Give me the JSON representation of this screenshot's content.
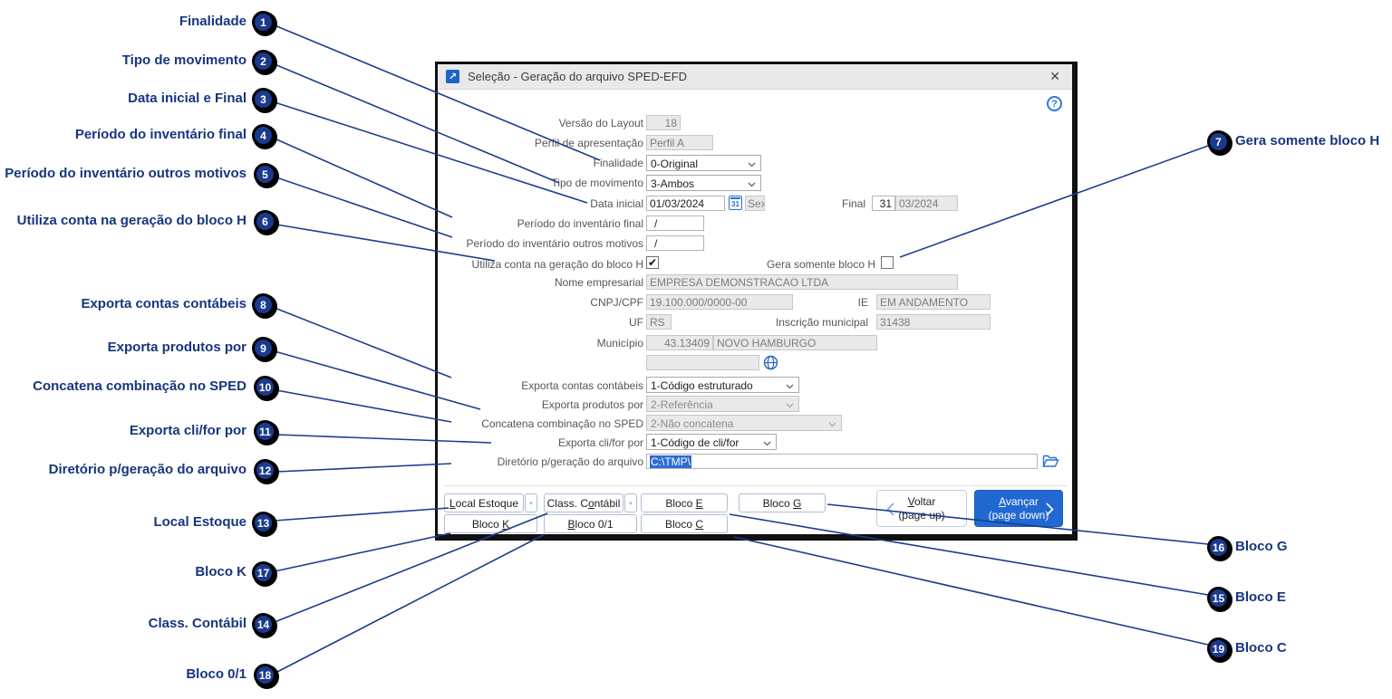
{
  "window": {
    "title": "Seleção - Geração do arquivo SPED-EFD",
    "icon_glyph": "↗",
    "close_glyph": "✕",
    "help_glyph": "?"
  },
  "form": {
    "versao_layout": {
      "label": "Versão do Layout",
      "value": "18"
    },
    "perfil": {
      "label": "Perfil de apresentação",
      "value": "Perfil A"
    },
    "finalidade": {
      "label": "Finalidade",
      "value": "0-Original"
    },
    "tipo_movimento": {
      "label": "Tipo de movimento",
      "value": "3-Ambos"
    },
    "data_inicial": {
      "label": "Data inicial",
      "value": "01/03/2024",
      "weekday": "Sex",
      "cal_glyph": "31"
    },
    "final": {
      "label": "Final",
      "day": "31",
      "month": "03/2024"
    },
    "periodo_inventario_final": {
      "label": "Período do inventário final",
      "value": "/"
    },
    "periodo_inventario_outros": {
      "label": "Período do inventário outros motivos",
      "value": "/"
    },
    "utiliza_conta": {
      "label": "Utiliza conta na geração do bloco H",
      "check_glyph": "✔"
    },
    "gera_somente_h": {
      "label": "Gera somente bloco H"
    },
    "nome_empresarial": {
      "label": "Nome empresarial",
      "value": "EMPRESA DEMONSTRACAO LTDA"
    },
    "cnpj": {
      "label": "CNPJ/CPF",
      "value": "19.100.000/0000-00"
    },
    "ie": {
      "label": "IE",
      "value": "EM ANDAMENTO"
    },
    "uf": {
      "label": "UF",
      "value": "RS"
    },
    "inscricao_municipal": {
      "label": "Inscrição municipal",
      "value": "31438"
    },
    "municipio": {
      "label": "Município",
      "code": "43.13409",
      "name": "NOVO HAMBURGO"
    },
    "exporta_contas": {
      "label": "Exporta contas contábeis",
      "value": "1-Código estruturado"
    },
    "exporta_produtos": {
      "label": "Exporta produtos por",
      "value": "2-Referência"
    },
    "concatena": {
      "label": "Concatena combinação no SPED",
      "value": "2-Não concatena"
    },
    "exporta_clifor": {
      "label": "Exporta cli/for por",
      "value": "1-Código de cli/for"
    },
    "diretorio": {
      "label": "Diretório p/geração do arquivo",
      "value": "C:\\TMP\\"
    }
  },
  "buttons": {
    "local_estoque": {
      "pre": "",
      "u": "L",
      "post": "ocal Estoque"
    },
    "class_contabil": {
      "pre": "Class. C",
      "u": "o",
      "post": "ntábil"
    },
    "bloco_e": {
      "pre": "Bloco ",
      "u": "E",
      "post": ""
    },
    "bloco_g": {
      "pre": "Bloco ",
      "u": "G",
      "post": ""
    },
    "bloco_k": {
      "pre": "Bloco ",
      "u": "K",
      "post": ""
    },
    "bloco_01": {
      "pre": "",
      "u": "B",
      "post": "loco 0/1"
    },
    "bloco_c": {
      "pre": "Bloco ",
      "u": "C",
      "post": ""
    },
    "voltar": {
      "pre": "",
      "u": "V",
      "post": "oltar",
      "line2": "(page up)"
    },
    "avancar": {
      "pre": "",
      "u": "A",
      "post": "vançar",
      "line2": "(page down)"
    },
    "seg_glyph": "▾"
  },
  "annotations": {
    "a1": {
      "n": "1",
      "label": "Finalidade"
    },
    "a2": {
      "n": "2",
      "label": "Tipo de movimento"
    },
    "a3": {
      "n": "3",
      "label": "Data inicial e Final"
    },
    "a4": {
      "n": "4",
      "label": "Período do inventário final"
    },
    "a5": {
      "n": "5",
      "label": "Período do inventário outros motivos"
    },
    "a6": {
      "n": "6",
      "label": "Utiliza conta na geração do bloco H"
    },
    "a7": {
      "n": "7",
      "label": "Gera somente bloco H"
    },
    "a8": {
      "n": "8",
      "label": "Exporta contas contábeis"
    },
    "a9": {
      "n": "9",
      "label": "Exporta produtos por"
    },
    "a10": {
      "n": "10",
      "label": "Concatena combinação no SPED"
    },
    "a11": {
      "n": "11",
      "label": "Exporta cli/for por"
    },
    "a12": {
      "n": "12",
      "label": "Diretório p/geração do arquivo"
    },
    "a13": {
      "n": "13",
      "label": "Local Estoque"
    },
    "a14": {
      "n": "14",
      "label": "Class. Contábil"
    },
    "a15": {
      "n": "15",
      "label": "Bloco E"
    },
    "a16": {
      "n": "16",
      "label": "Bloco G"
    },
    "a17": {
      "n": "17",
      "label": "Bloco K"
    },
    "a18": {
      "n": "18",
      "label": "Bloco 0/1"
    },
    "a19": {
      "n": "19",
      "label": "Bloco C"
    }
  },
  "colors": {
    "accent_blue": "#2268d2",
    "annotation_navy": "#1b3c8f",
    "selection_blue": "#2e6bd5"
  }
}
